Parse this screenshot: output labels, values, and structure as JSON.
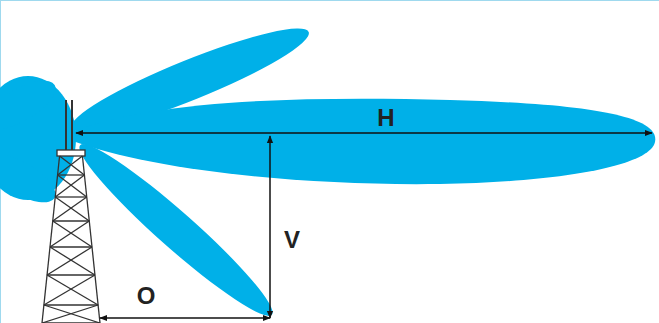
{
  "diagram": {
    "labels": [
      "H",
      "V",
      "O"
    ]
  }
}
